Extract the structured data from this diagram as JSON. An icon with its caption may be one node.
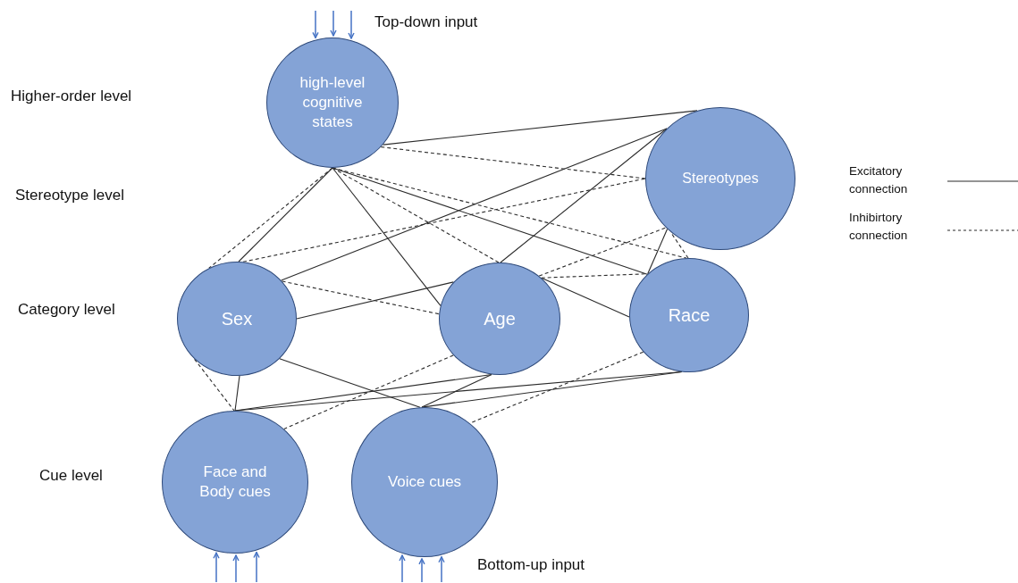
{
  "diagram": {
    "nodes": [
      {
        "text": [
          "high-level cognitive states"
        ]
      },
      {
        "text": [
          "Stereotypes"
        ]
      },
      {
        "text": [
          "Sex"
        ]
      },
      {
        "text": [
          "Age"
        ]
      },
      {
        "text": [
          "Race"
        ]
      },
      {
        "text": [
          "Face and Body cues"
        ]
      },
      {
        "text": [
          "Voice cues"
        ]
      }
    ],
    "edges": [
      {
        "from": 0,
        "to": 1,
        "arrow": "none"
      },
      {
        "from": 0,
        "to": 1,
        "arrow": "none",
        "style": "dashed"
      },
      {
        "from": 0,
        "to": 2,
        "arrow": "none",
        "style": "dashed"
      },
      {
        "from": 0,
        "to": 2,
        "arrow": "none"
      },
      {
        "from": 0,
        "to": 3,
        "arrow": "none"
      },
      {
        "from": 0,
        "to": 3,
        "arrow": "none",
        "style": "dashed"
      },
      {
        "from": 0,
        "to": 4,
        "arrow": "none"
      },
      {
        "from": 0,
        "to": 4,
        "arrow": "none",
        "style": "dashed"
      },
      {
        "from": 2,
        "to": 1,
        "arrow": "none"
      },
      {
        "from": 2,
        "to": 1,
        "arrow": "none",
        "style": "dashed"
      },
      {
        "from": 2,
        "to": 3,
        "arrow": "none",
        "style": "dashed"
      },
      {
        "from": 2,
        "to": 3,
        "arrow": "none"
      },
      {
        "from": 3,
        "to": 1,
        "arrow": "none"
      },
      {
        "from": 3,
        "to": 1,
        "arrow": "none",
        "style": "dashed"
      },
      {
        "from": 3,
        "to": 4,
        "arrow": "none",
        "style": "dashed"
      },
      {
        "from": 3,
        "to": 4,
        "arrow": "none"
      },
      {
        "from": 4,
        "to": 1,
        "arrow": "none"
      },
      {
        "from": 4,
        "to": 1,
        "arrow": "none",
        "style": "dashed"
      },
      {
        "from": 2,
        "to": 5,
        "arrow": "none"
      },
      {
        "from": 2,
        "to": 5,
        "arrow": "none",
        "style": "dashed"
      },
      {
        "from": 2,
        "to": 6,
        "arrow": "none"
      },
      {
        "from": 3,
        "to": 5,
        "arrow": "none"
      },
      {
        "from": 3,
        "to": 6,
        "arrow": "none"
      },
      {
        "from": 3,
        "to": 5,
        "arrow": "none",
        "style": "dashed"
      },
      {
        "from": 4,
        "to": 5,
        "arrow": "none"
      },
      {
        "from": 4,
        "to": 6,
        "arrow": "none"
      },
      {
        "from": 4,
        "to": 6,
        "arrow": "none",
        "style": "dashed"
      },
      {
        "from": null,
        "to": 0,
        "arrow": "to",
        "color": "#4472c4"
      },
      {
        "from": null,
        "to": 0,
        "arrow": "to",
        "color": "#4472c4"
      },
      {
        "from": null,
        "to": 0,
        "arrow": "to",
        "color": "#4472c4"
      },
      {
        "from": null,
        "to": 5,
        "arrow": "to",
        "color": "#4472c4"
      },
      {
        "from": null,
        "to": 5,
        "arrow": "to",
        "color": "#4472c4"
      },
      {
        "from": null,
        "to": 5,
        "arrow": "to",
        "color": "#4472c4"
      },
      {
        "from": null,
        "to": 6,
        "arrow": "to",
        "color": "#4472c4"
      },
      {
        "from": null,
        "to": 6,
        "arrow": "to",
        "color": "#4472c4"
      },
      {
        "from": null,
        "to": 6,
        "arrow": "to",
        "color": "#4472c4"
      }
    ],
    "labels": [
      "Top-down input",
      "Higher-order level",
      "Stereotype level",
      "Category level",
      "Cue level",
      "Bottom-up input"
    ],
    "legend": [
      {
        "text": "Excitatory connection"
      },
      {
        "text": "Inhibirtory connection"
      }
    ]
  }
}
